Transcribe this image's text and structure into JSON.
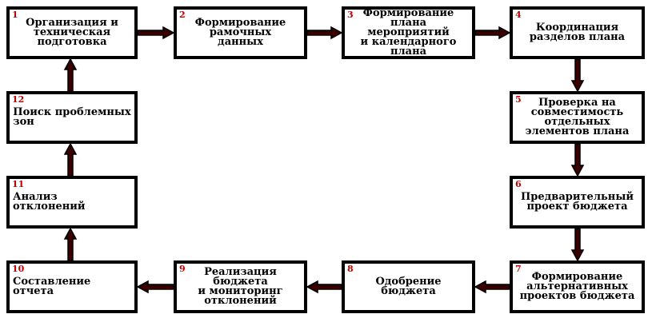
{
  "colors": {
    "border": "#000000",
    "number": "#c00000",
    "arrow_fill": "#3a0000",
    "arrow_outline": "#000000"
  },
  "steps": [
    {
      "number": "1",
      "label": "Организация и\nтехническая\nподготовка"
    },
    {
      "number": "2",
      "label": "Формирование\nрамочных\nданных"
    },
    {
      "number": "3",
      "label": "Формирование\nплана мероприятий\nи календарного\nплана"
    },
    {
      "number": "4",
      "label": "Координация\nразделов плана"
    },
    {
      "number": "5",
      "label": "Проверка на\nсовместимость\nотдельных\nэлементов плана"
    },
    {
      "number": "6",
      "label": "Предварительный\nпроект бюджета"
    },
    {
      "number": "7",
      "label": "Формирование\nальтернативных\nпроектов бюджета"
    },
    {
      "number": "8",
      "label": "Одобрение бюджета"
    },
    {
      "number": "9",
      "label": "Реализация бюджета\nи мониторинг\nотклонений"
    },
    {
      "number": "10",
      "label": "Составление отчета"
    },
    {
      "number": "11",
      "label": "Анализ отклонений"
    },
    {
      "number": "12",
      "label": "Поиск проблемных\nзон"
    }
  ]
}
